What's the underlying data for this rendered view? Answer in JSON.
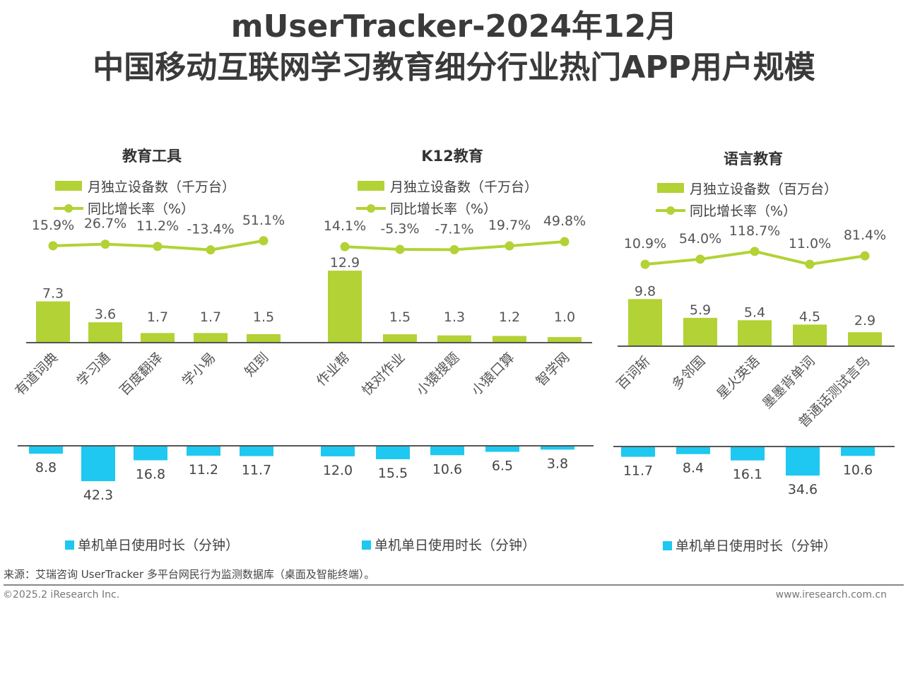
{
  "title_line1": "mUserTracker-2024年12月",
  "title_line2": "中国移动互联网学习教育细分行业热门APP用户规模",
  "source": "来源：艾瑞咨询 UserTracker 多平台网民行为监测数据库（桌面及智能终端）。",
  "copyright": "©2025.2 iResearch Inc.",
  "website": "www.iresearch.com.cn",
  "colors": {
    "green": "#b2d235",
    "blue": "#1ec8f0",
    "text": "#404040"
  },
  "chart_data": [
    {
      "type": "bar",
      "title": "教育工具",
      "legend_bar": "月独立设备数（千万台）",
      "legend_line": "同比增长率（%）",
      "legend_time": "单机单日使用时长（分钟）",
      "categories": [
        "有道词典",
        "学习通",
        "百度翻译",
        "学小易",
        "知到"
      ],
      "devices": [
        7.3,
        3.6,
        1.7,
        1.7,
        1.5
      ],
      "growth": [
        15.9,
        26.7,
        11.2,
        -13.4,
        51.1
      ],
      "growth_labels": [
        "15.9%",
        "26.7%",
        "11.2%",
        "-13.4%",
        "51.1%"
      ],
      "time": [
        8.8,
        42.3,
        16.8,
        11.2,
        11.7
      ]
    },
    {
      "type": "bar",
      "title": "K12教育",
      "legend_bar": "月独立设备数（千万台）",
      "legend_line": "同比增长率（%）",
      "legend_time": "单机单日使用时长（分钟）",
      "categories": [
        "作业帮",
        "快对作业",
        "小猿搜题",
        "小猿口算",
        "智学网"
      ],
      "devices": [
        12.9,
        1.5,
        1.3,
        1.2,
        1.0
      ],
      "growth": [
        14.1,
        -5.3,
        -7.1,
        19.7,
        49.8
      ],
      "growth_labels": [
        "14.1%",
        "-5.3%",
        "-7.1%",
        "19.7%",
        "49.8%"
      ],
      "time": [
        12.0,
        15.5,
        10.6,
        6.5,
        3.8
      ]
    },
    {
      "type": "bar",
      "title": "语言教育",
      "legend_bar": "月独立设备数（百万台）",
      "legend_line": "同比增长率（%）",
      "legend_time": "单机单日使用时长（分钟）",
      "categories": [
        "百词斩",
        "多邻国",
        "星火英语",
        "墨墨背单词",
        "普通话测试言鸟"
      ],
      "devices": [
        9.8,
        5.9,
        5.4,
        4.5,
        2.9
      ],
      "growth": [
        10.9,
        54.0,
        118.7,
        11.0,
        81.4
      ],
      "growth_labels": [
        "10.9%",
        "54.0%",
        "118.7%",
        "11.0%",
        "81.4%"
      ],
      "time": [
        11.7,
        8.4,
        16.1,
        34.6,
        10.6
      ]
    }
  ]
}
